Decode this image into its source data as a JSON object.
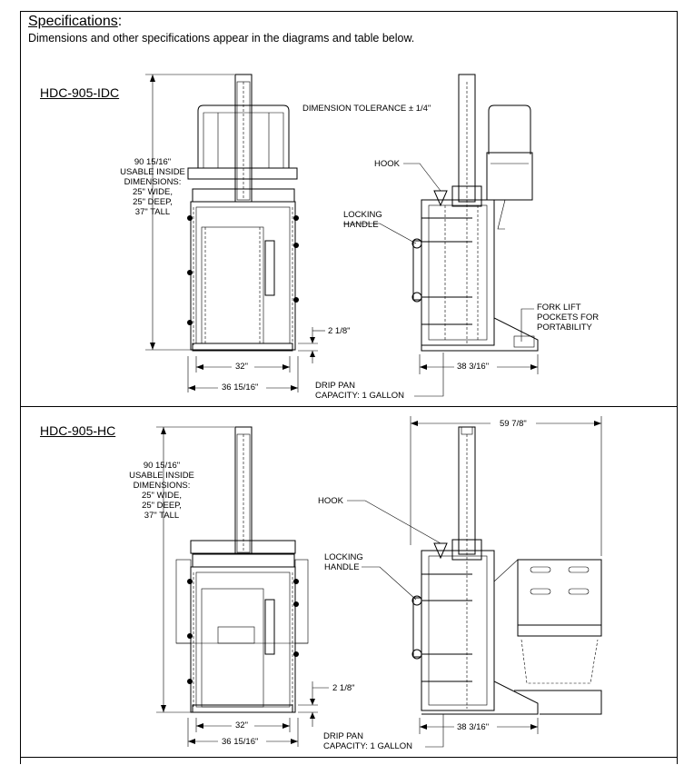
{
  "header": {
    "title": "Specifications",
    "title_suffix": ":",
    "subtitle": "Dimensions and other specifications appear in the diagrams and table below."
  },
  "top": {
    "model": "HDC-905-IDC",
    "tolerance": "DIMENSION TOLERANCE ± 1/4\"",
    "height_label": [
      "90 15/16\"",
      "USABLE INSIDE",
      "DIMENSIONS:",
      "25\" WIDE,",
      "25\" DEEP,",
      "37\" TALL"
    ],
    "hook": "HOOK",
    "locking_handle": [
      "LOCKING",
      "HANDLE"
    ],
    "fork_lift": [
      "FORK LIFT",
      "POCKETS FOR",
      "PORTABILITY"
    ],
    "dim_2_1_8": "2 1/8\"",
    "dim_32": "32\"",
    "dim_36": "36 15/16\"",
    "dim_38": "38 3/16\"",
    "drip_pan": [
      "DRIP PAN",
      "CAPACITY: 1 GALLON"
    ]
  },
  "bottom": {
    "model": "HDC-905-HC",
    "height_label": [
      "90 15/16\"",
      "USABLE INSIDE",
      "DIMENSIONS:",
      "25\" WIDE,",
      "25\" DEEP,",
      "37\" TALL"
    ],
    "dim_59": "59 7/8\"",
    "hook": "HOOK",
    "locking_handle": [
      "LOCKING",
      "HANDLE"
    ],
    "dim_2_1_8": "2 1/8\"",
    "dim_32": "32\"",
    "dim_36": "36 15/16\"",
    "dim_38": "38 3/16\"",
    "drip_pan": [
      "DRIP PAN",
      "CAPACITY: 1 GALLON"
    ]
  }
}
